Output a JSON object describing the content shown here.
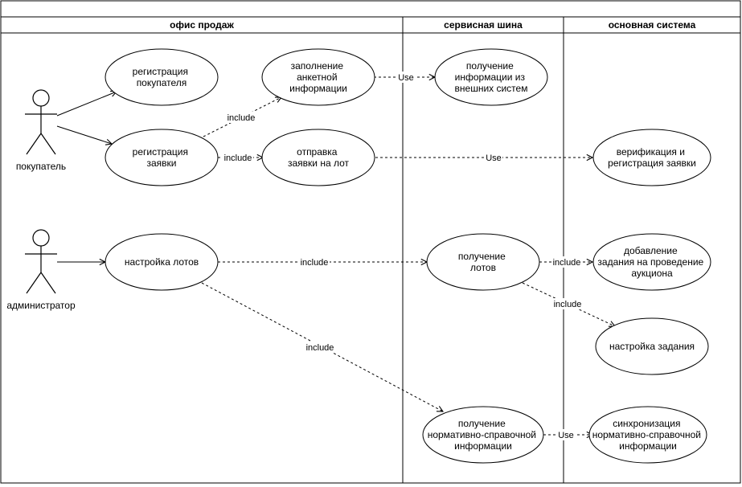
{
  "lanes": [
    {
      "title": "офис продаж"
    },
    {
      "title": "сервисная шина"
    },
    {
      "title": "основная система"
    }
  ],
  "actors": [
    {
      "label": "покупатель"
    },
    {
      "label": "администратор"
    }
  ],
  "use_cases": [
    {
      "lines": [
        "регистрация",
        "покупателя"
      ]
    },
    {
      "lines": [
        "регистрация",
        "заявки"
      ]
    },
    {
      "lines": [
        "заполнение",
        "анкетной",
        "информации"
      ]
    },
    {
      "lines": [
        "отправка",
        "заявки на лот"
      ]
    },
    {
      "lines": [
        "получение",
        "информации из",
        "внешних систем"
      ]
    },
    {
      "lines": [
        "верификация и",
        "регистрация заявки"
      ]
    },
    {
      "lines": [
        "настройка лотов"
      ]
    },
    {
      "lines": [
        "получение",
        "лотов"
      ]
    },
    {
      "lines": [
        "добавление",
        "задания на проведение",
        "аукциона"
      ]
    },
    {
      "lines": [
        "настройка задания"
      ]
    },
    {
      "lines": [
        "получение",
        "нормативно-справочной",
        "информации"
      ]
    },
    {
      "lines": [
        "синхронизация",
        "нормативно-справочной",
        "информации"
      ]
    }
  ],
  "relation_labels": {
    "include": "include",
    "use": "Use"
  }
}
